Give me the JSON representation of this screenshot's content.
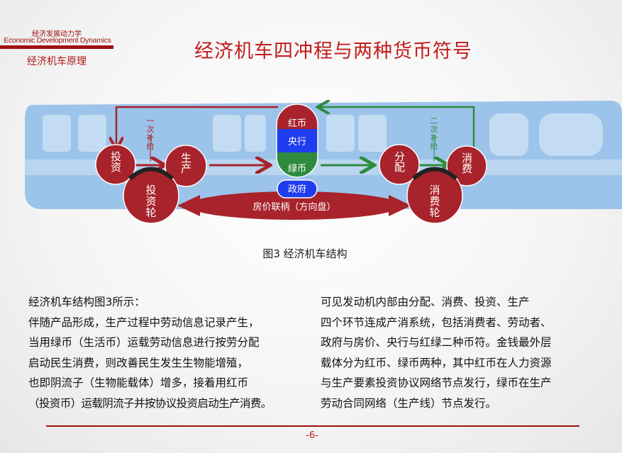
{
  "header": {
    "subject_cn": "经济发展动力学",
    "subject_en": "Economic Development Dynamics",
    "section": "经济机车原理"
  },
  "title": "经济机车四冲程与两种货币符号",
  "diagram": {
    "invest": "投资",
    "produce": "生产",
    "invest_wheel": [
      "投",
      "资",
      "轮"
    ],
    "distribute": "分配",
    "consume": "消费",
    "consume_wheel": [
      "消",
      "费",
      "轮"
    ],
    "red_coin": "红币",
    "central_bank": "央行",
    "green_coin": "绿币",
    "government": "政府",
    "handle": "房价联柄（方向盘）",
    "first_supply": [
      "一",
      "次",
      "补",
      "给"
    ],
    "second_supply": [
      "二",
      "次",
      "补",
      "给"
    ],
    "colors": {
      "red": "#a8232b",
      "blue": "#1f3df0",
      "green": "#2e8b3e",
      "train": "#9cc3ea"
    }
  },
  "caption": "图3  经济机车结构",
  "left_text": [
    "经济机车结构图3所示：",
    "伴随产品形成，生产过程中劳动信息记录产生，",
    "当用绿币（生活币）运载劳动信息进行按劳分配",
    "启动民生消费，则改善民生发生生物能增殖，",
    "也即阴流子（生物能载体）增多，接着用红币",
    "（投资币）运载阴流子并按协议投资启动生产消费。"
  ],
  "right_text": [
    "可见发动机内部由分配、消费、投资、生产",
    "四个环节连成产消系统，包括消费者、劳动者、",
    "政府与房价、央行与红绿二种币符。金钱最外层",
    "载体分为红币、绿币两种，其中红币在人力资源",
    "与生产要素投资协议网络节点发行，绿币在生产",
    "劳动合同网络（生产线）节点发行。"
  ],
  "page_number": "-6-"
}
